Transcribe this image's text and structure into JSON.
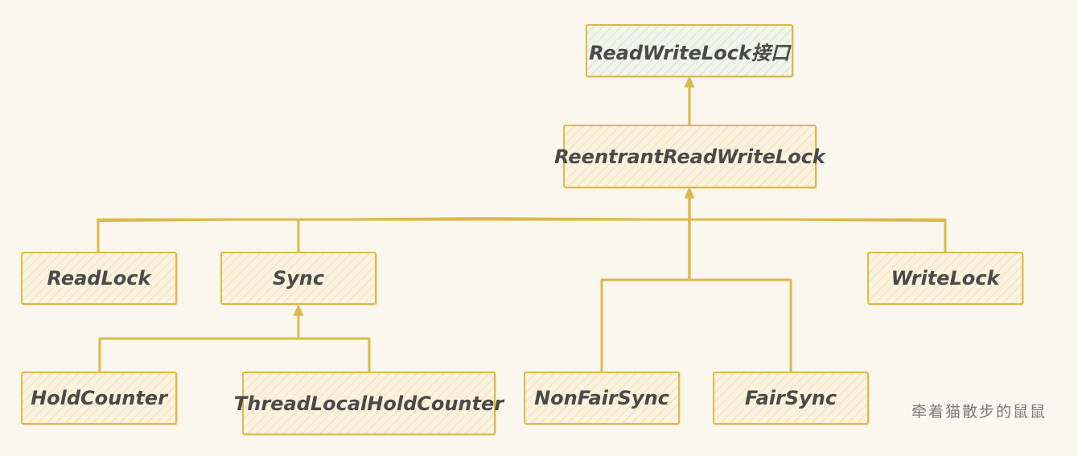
{
  "diagram": {
    "nodes": {
      "readwritelock_interface": "ReadWriteLock接口",
      "reentrant_rw_lock": "ReentrantReadWriteLock",
      "read_lock": "ReadLock",
      "sync": "Sync",
      "write_lock": "WriteLock",
      "hold_counter": "HoldCounter",
      "thread_local_hold_counter": "ThreadLocalHoldCounter",
      "non_fair_sync": "NonFairSync",
      "fair_sync": "FairSync"
    },
    "edges": [
      {
        "from": "reentrant_rw_lock",
        "to": "readwritelock_interface"
      },
      {
        "from": "read_lock",
        "to": "reentrant_rw_lock"
      },
      {
        "from": "sync",
        "to": "reentrant_rw_lock"
      },
      {
        "from": "write_lock",
        "to": "reentrant_rw_lock"
      },
      {
        "from": "non_fair_sync",
        "to": "reentrant_rw_lock"
      },
      {
        "from": "fair_sync",
        "to": "reentrant_rw_lock"
      },
      {
        "from": "hold_counter",
        "to": "sync"
      },
      {
        "from": "thread_local_hold_counter",
        "to": "sync"
      }
    ],
    "colors": {
      "stroke": "#dcb94a",
      "text": "#4a4a4a",
      "background": "#fbf6ee"
    }
  },
  "watermark": "牵着猫散步的鼠鼠"
}
